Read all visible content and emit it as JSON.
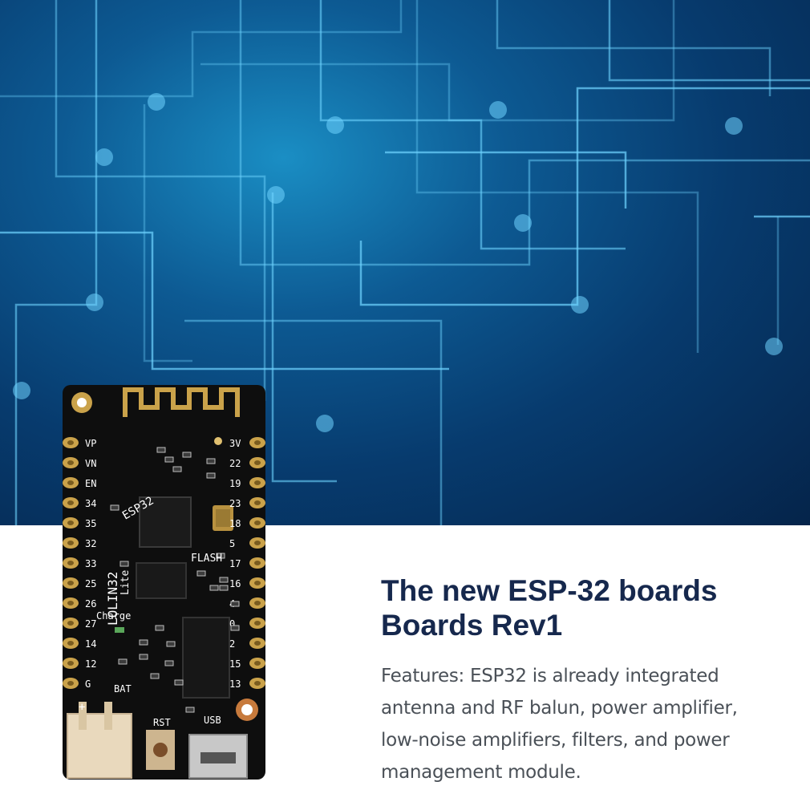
{
  "hero": {
    "background_colors": [
      "#1a8ec4",
      "#0d5a93",
      "#05244a"
    ],
    "circuit_line_color": "#6fd4ff"
  },
  "board": {
    "pin_labels_left": [
      "VP",
      "VN",
      "EN",
      "34",
      "35",
      "32",
      "33",
      "25",
      "26",
      "27",
      "14",
      "12",
      "G"
    ],
    "pin_labels_right": [
      "3V",
      "22",
      "19",
      "23",
      "18",
      "5",
      "17",
      "16",
      "4",
      "0",
      "2",
      "15",
      "13"
    ],
    "chip_label": "ESP32",
    "board_name": "LOLIN32",
    "board_variant": "Lite",
    "flash_label": "FLASH",
    "charge_label": "Charge",
    "bat_label": "BAT",
    "rst_label": "RST",
    "usb_label": "USB",
    "plus_label": "+",
    "board_color": "#0e0e0e",
    "gold_color": "#caa24a"
  },
  "content": {
    "title_line1": "The new ESP-32 boards",
    "title_line2": "Boards Rev1",
    "description_line1": "Features: ESP32 is already integrated",
    "description_line2": "antenna and RF balun, power amplifier,",
    "description_line3": "low-noise amplifiers, filters, and power",
    "description_line4": "management module.",
    "title_color": "#16284d",
    "text_color": "#4a5057"
  }
}
